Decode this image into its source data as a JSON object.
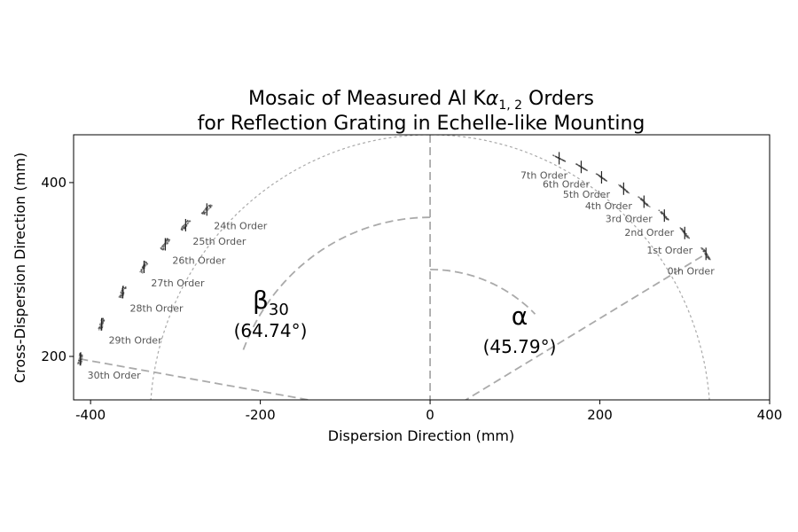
{
  "chart_data": {
    "type": "scatter",
    "title_line1": "Mosaic of Measured Al K",
    "title_alpha": "α",
    "title_sub": "1, 2",
    "title_line1_end": " Orders",
    "title_line2": "for Reflection Grating in Echelle-like Mounting",
    "xlabel": "Dispersion Direction (mm)",
    "ylabel": "Cross-Dispersion Direction (mm)",
    "xlim": [
      -420,
      400
    ],
    "ylim": [
      150,
      455
    ],
    "xticks": [
      {
        "value": -400,
        "label": "-400"
      },
      {
        "value": -200,
        "label": "-200"
      },
      {
        "value": 0,
        "label": "0"
      },
      {
        "value": 200,
        "label": "200"
      },
      {
        "value": 400,
        "label": "400"
      }
    ],
    "yticks": [
      {
        "value": 200,
        "label": "200"
      },
      {
        "value": 400,
        "label": "400"
      }
    ],
    "arc": {
      "center": [
        0,
        125
      ],
      "radius": 330
    },
    "inner_arc_beta": {
      "radius": 235
    },
    "inner_arc_alpha": {
      "radius": 175
    },
    "angles": {
      "beta_symbol": "β",
      "beta_sub": "30",
      "beta_value": "(64.74°)",
      "alpha_symbol": "α",
      "alpha_value": "(45.79°)"
    },
    "right_orders": [
      {
        "label": "7th Order",
        "x": 152,
        "y": 428
      },
      {
        "label": "6th Order",
        "x": 178,
        "y": 418
      },
      {
        "label": "5th Order",
        "x": 202,
        "y": 406
      },
      {
        "label": "4th Order",
        "x": 228,
        "y": 393
      },
      {
        "label": "3rd Order",
        "x": 252,
        "y": 378
      },
      {
        "label": "2nd Order",
        "x": 276,
        "y": 362
      },
      {
        "label": "1st Order",
        "x": 300,
        "y": 342
      },
      {
        "label": "0th Order",
        "x": 325,
        "y": 318
      }
    ],
    "left_orders": [
      {
        "label": "24th Order",
        "x": -263,
        "y": 369
      },
      {
        "label": "25th Order",
        "x": -288,
        "y": 351
      },
      {
        "label": "26th Order",
        "x": -312,
        "y": 329
      },
      {
        "label": "27th Order",
        "x": -337,
        "y": 303
      },
      {
        "label": "28th Order",
        "x": -362,
        "y": 274
      },
      {
        "label": "29th Order",
        "x": -387,
        "y": 237
      },
      {
        "label": "30th Order",
        "x": -412,
        "y": 197
      }
    ]
  }
}
